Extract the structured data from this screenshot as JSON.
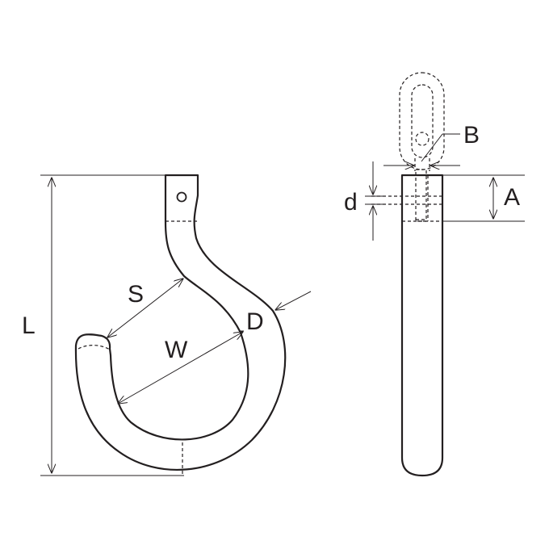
{
  "labels": {
    "L": "L",
    "S": "S",
    "W": "W",
    "D": "D",
    "B": "B",
    "d": "d",
    "A": "A"
  },
  "colors": {
    "line": "#231f20",
    "background": "#ffffff"
  }
}
